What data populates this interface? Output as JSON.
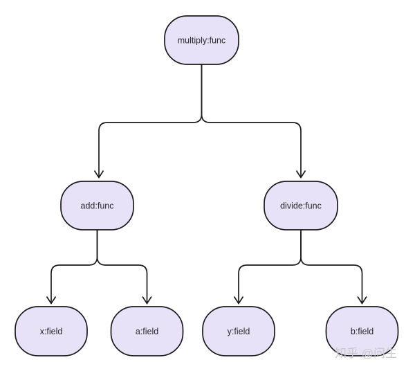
{
  "diagram": {
    "type": "tree",
    "nodes": [
      {
        "id": "multiply",
        "label": "multiply:func"
      },
      {
        "id": "add",
        "label": "add:func"
      },
      {
        "id": "divide",
        "label": "divide:func"
      },
      {
        "id": "x",
        "label": "x:field"
      },
      {
        "id": "a",
        "label": "a:field"
      },
      {
        "id": "y",
        "label": "y:field"
      },
      {
        "id": "b",
        "label": "b:field"
      }
    ],
    "edges": [
      {
        "from": "multiply:func",
        "to": "add:func"
      },
      {
        "from": "multiply:func",
        "to": "divide:func"
      },
      {
        "from": "add:func",
        "to": "x:field"
      },
      {
        "from": "add:func",
        "to": "a:field"
      },
      {
        "from": "divide:func",
        "to": "y:field"
      },
      {
        "from": "divide:func",
        "to": "b:field"
      }
    ],
    "colors": {
      "node_fill": "#e8e2f8",
      "node_border": "#1a1a1a",
      "edge": "#1a1a1a",
      "text": "#2a2a2a"
    }
  },
  "watermark": {
    "text": "知乎 @问生",
    "color": "#c9c9c9"
  }
}
